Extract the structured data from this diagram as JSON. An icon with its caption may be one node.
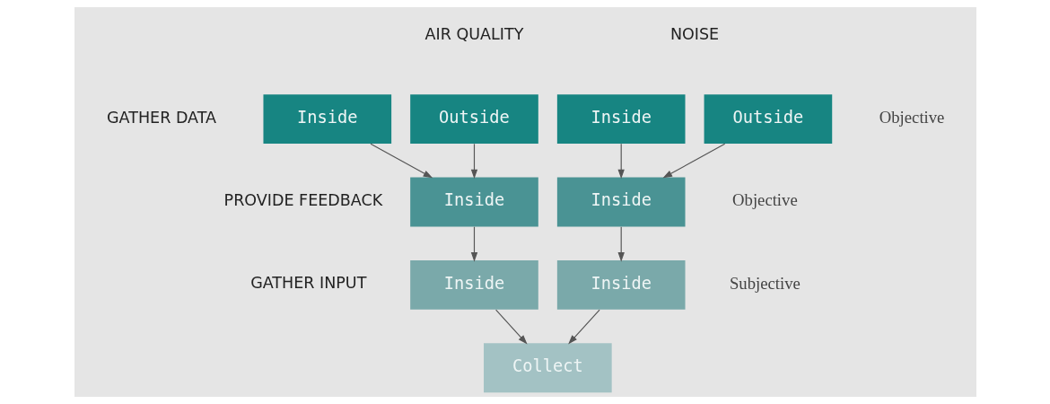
{
  "diagram": {
    "nodes": [
      {
        "text": [
          "Inside"
        ]
      },
      {
        "text": [
          "Outside"
        ]
      },
      {
        "text": [
          "Inside"
        ]
      },
      {
        "text": [
          "Outside"
        ]
      },
      {
        "text": [
          "Inside"
        ]
      },
      {
        "text": [
          "Inside"
        ]
      },
      {
        "text": [
          "Inside"
        ]
      },
      {
        "text": [
          "Inside"
        ]
      },
      {
        "text": [
          "Collect"
        ]
      }
    ],
    "edges": [
      {
        "from": 0,
        "to": 4,
        "arrow": "to"
      },
      {
        "from": 1,
        "to": 4,
        "arrow": "to"
      },
      {
        "from": 2,
        "to": 5,
        "arrow": "to"
      },
      {
        "from": 3,
        "to": 5,
        "arrow": "to"
      },
      {
        "from": 4,
        "to": 6,
        "arrow": "to"
      },
      {
        "from": 5,
        "to": 7,
        "arrow": "to"
      },
      {
        "from": 6,
        "to": 8,
        "arrow": "to"
      },
      {
        "from": 7,
        "to": 8,
        "arrow": "to"
      }
    ],
    "labels": [
      "AIR QUALITY",
      "NOISE",
      "GATHER DATA",
      "Objective",
      "PROVIDE FEEDBACK",
      "Objective",
      "GATHER INPUT",
      "Subjective"
    ]
  }
}
